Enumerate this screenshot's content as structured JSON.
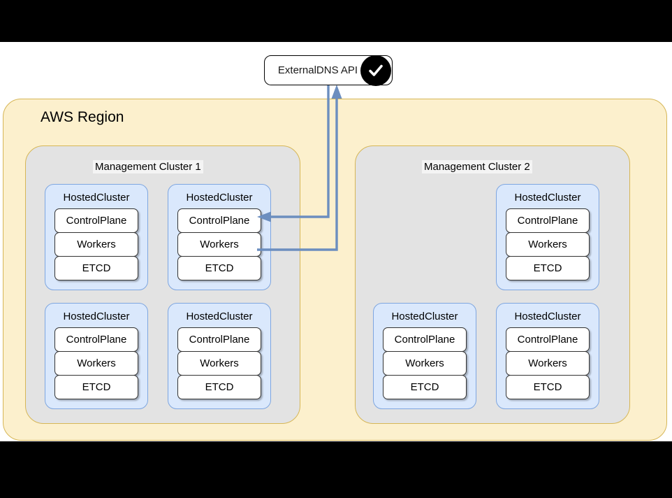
{
  "diagram": {
    "title": "ExternalDNS API",
    "api_node": {
      "label": "ExternalDNS API",
      "badge_icon": "check-circle-icon"
    },
    "region": {
      "label": "AWS Region",
      "fill": "#fcf0cd",
      "stroke": "#d6b656"
    },
    "clusters": [
      {
        "label": "Management Cluster 1",
        "fill": "#e3e3e3",
        "stroke": "#d6b656",
        "hosted_clusters": [
          {
            "label": "HostedCluster",
            "components": [
              "ControlPlane",
              "Workers",
              "ETCD"
            ]
          },
          {
            "label": "HostedCluster",
            "components": [
              "ControlPlane",
              "Workers",
              "ETCD"
            ]
          },
          {
            "label": "HostedCluster",
            "components": [
              "ControlPlane",
              "Workers",
              "ETCD"
            ]
          },
          {
            "label": "HostedCluster",
            "components": [
              "ControlPlane",
              "Workers",
              "ETCD"
            ]
          }
        ]
      },
      {
        "label": "Management Cluster 2",
        "fill": "#e3e3e3",
        "stroke": "#d6b656",
        "hosted_clusters": [
          {
            "label": "HostedCluster",
            "components": [
              "ControlPlane",
              "Workers",
              "ETCD"
            ]
          },
          {
            "label": "HostedCluster",
            "components": [
              "ControlPlane",
              "Workers",
              "ETCD"
            ]
          },
          {
            "label": "HostedCluster",
            "components": [
              "ControlPlane",
              "Workers",
              "ETCD"
            ]
          }
        ]
      }
    ],
    "hosted_cluster_style": {
      "fill": "#dae8fc",
      "stroke": "#7ea6e0",
      "component_fill": "#ffffff",
      "component_stroke": "#333333"
    },
    "edges": [
      {
        "name": "api-to-controlplane",
        "from": "ExternalDNS API",
        "to": "ControlPlane",
        "direction": "down-left",
        "color": "#6c8ebf"
      },
      {
        "name": "workers-to-api",
        "from": "Workers",
        "to": "ExternalDNS API",
        "direction": "right-up",
        "color": "#6c8ebf"
      }
    ]
  }
}
